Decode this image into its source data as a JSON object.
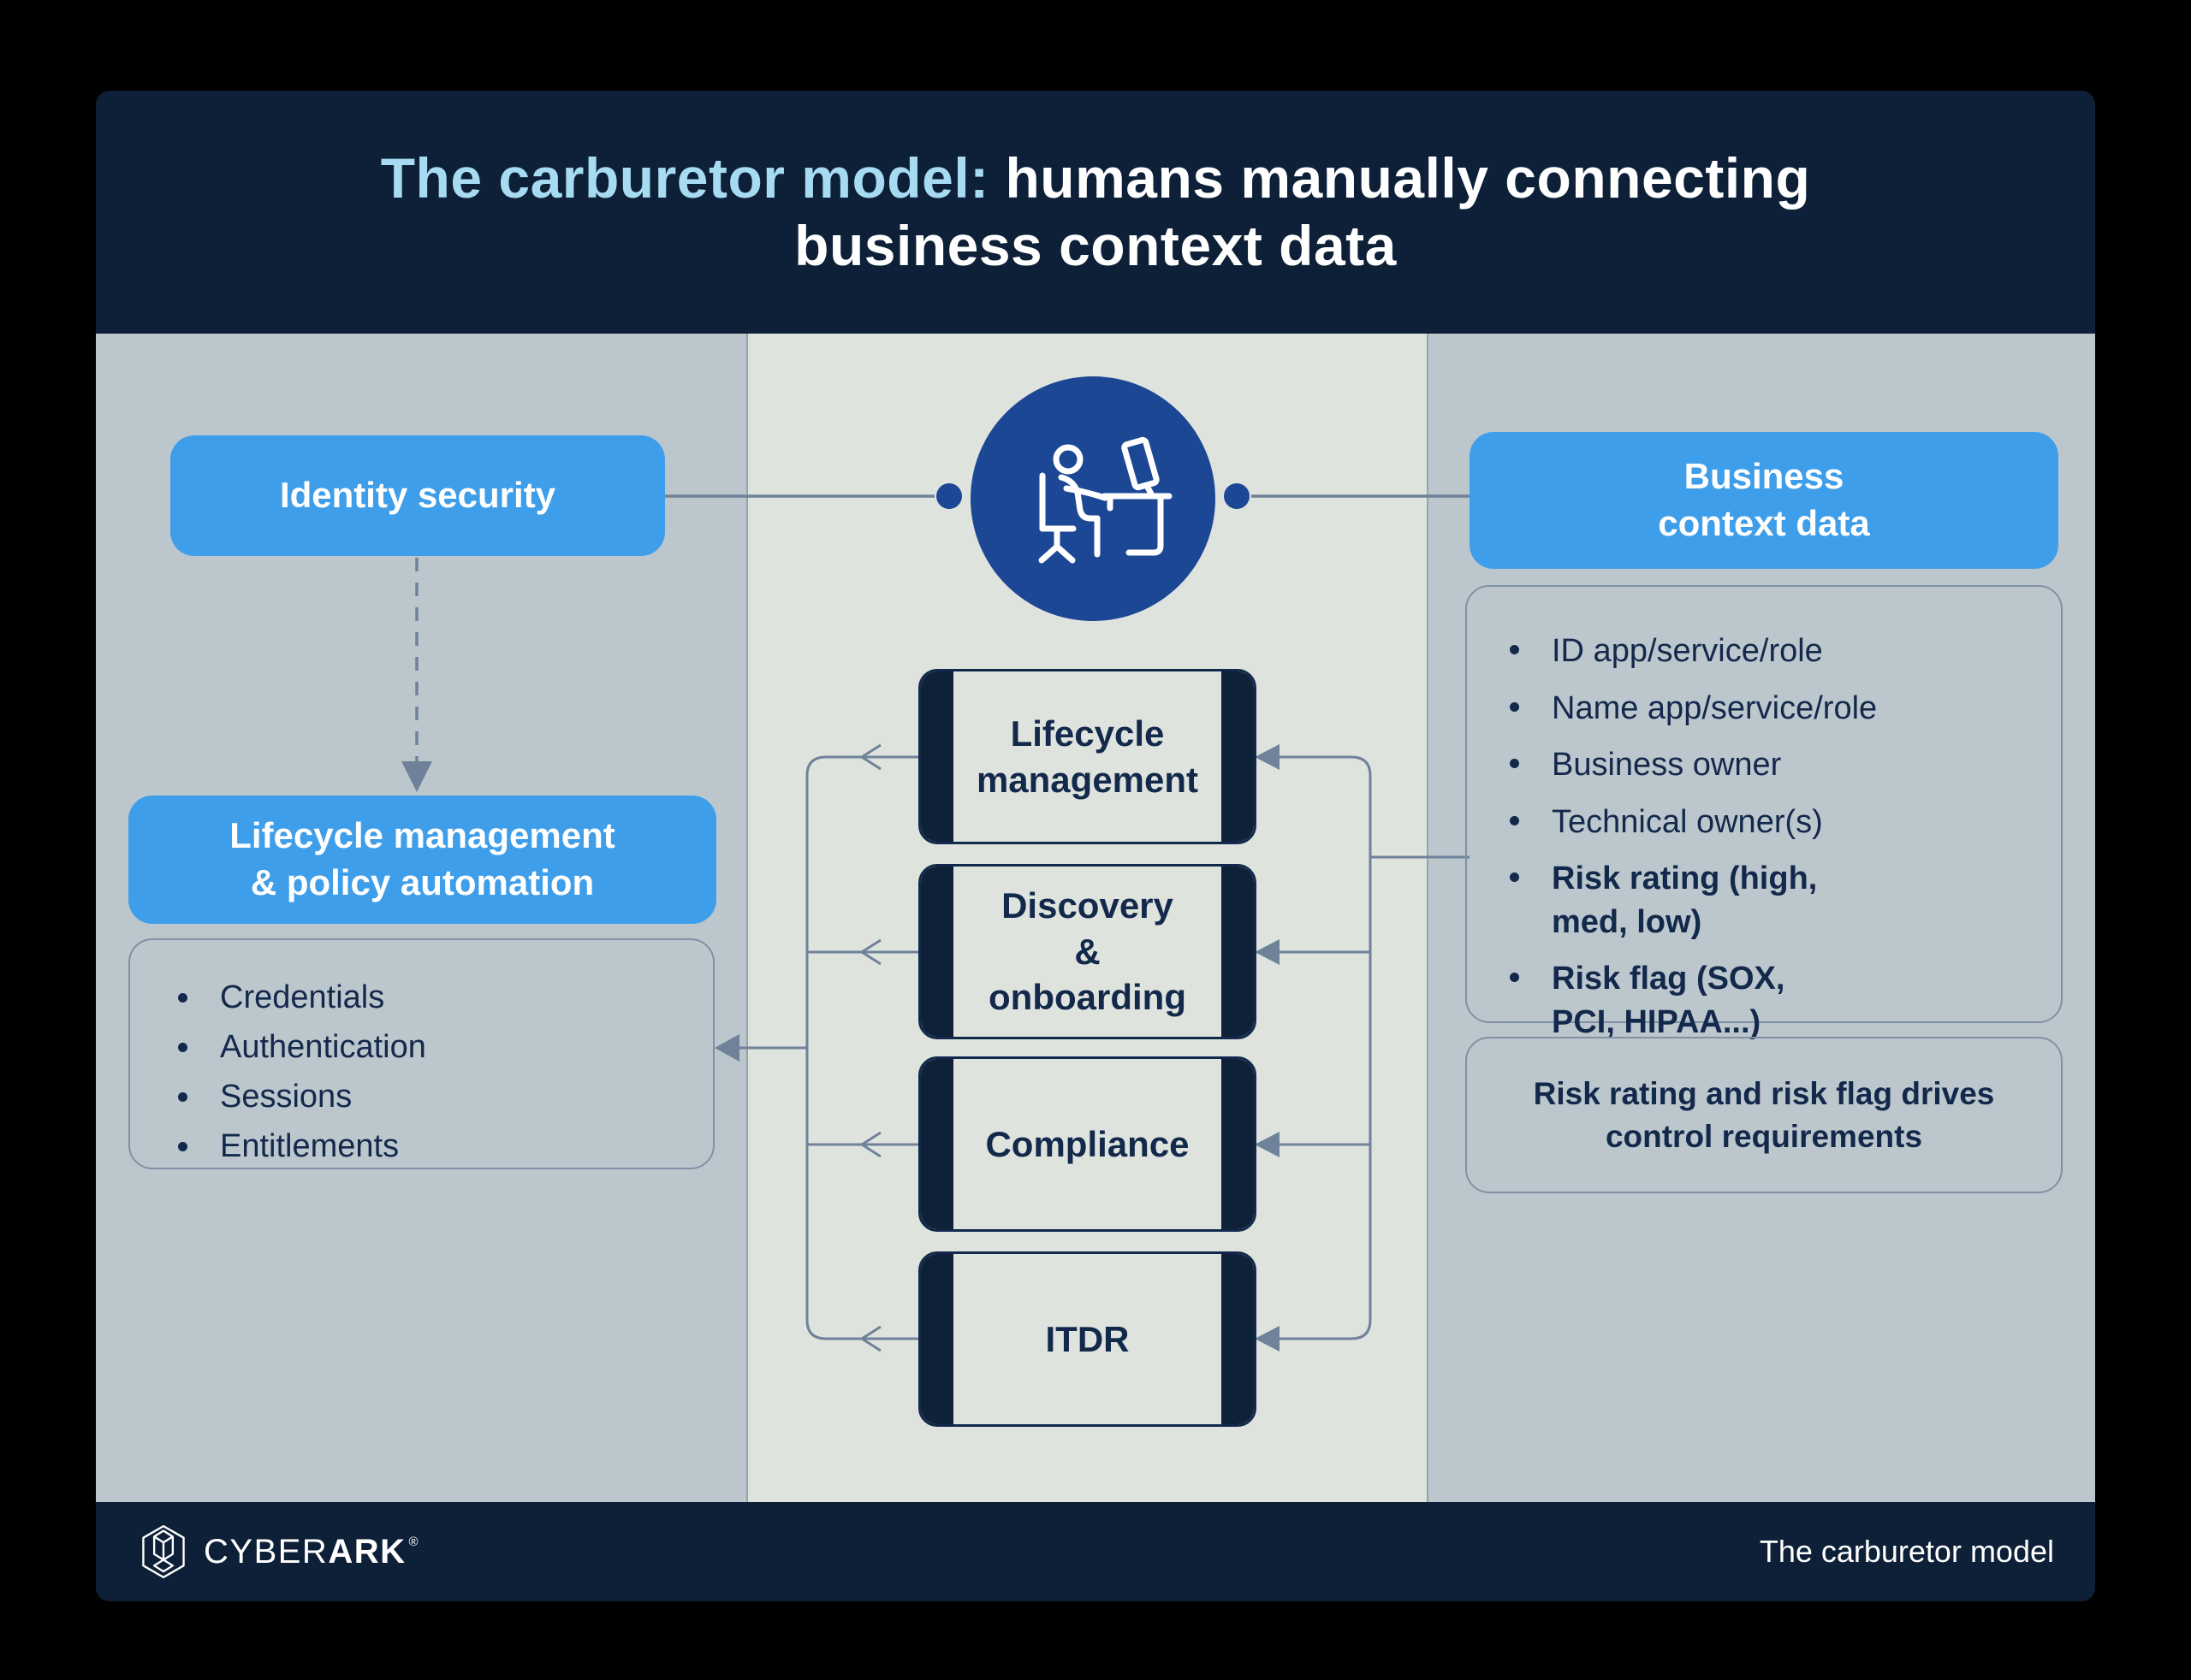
{
  "colors": {
    "background": "#000000",
    "panel_navy": "#0d2037",
    "side_column_gray": "#bcc6cd",
    "middle_column_gray": "#dfe3de",
    "accent_blue_button": "#3f9ee9",
    "dark_navy_text": "#13294b",
    "process_bar_navy": "#0e2139",
    "human_circle_navy": "#1c4795",
    "connector_gray": "#6f8299",
    "title_highlight_blue": "#a6dbf2"
  },
  "header": {
    "title_line1_highlight": "The carburetor model:",
    "title_line1_rest": " humans manually connecting",
    "title_line2": "business context data"
  },
  "left_column": {
    "identity_button": {
      "label": "Identity security"
    },
    "lifecycle_button": {
      "label": "Lifecycle management\n& policy automation"
    },
    "capability_list": {
      "items": [
        "Credentials",
        "Authentication",
        "Sessions",
        "Entitlements"
      ]
    }
  },
  "middle_column": {
    "human_icon": "person-at-desk-icon",
    "boxes": [
      {
        "label": "Lifecycle\nmanagement"
      },
      {
        "label": "Discovery\n&\nonboarding"
      },
      {
        "label": "Compliance"
      },
      {
        "label": "ITDR"
      }
    ]
  },
  "right_column": {
    "business_button": {
      "label": "Business\ncontext data"
    },
    "context_list": {
      "items": [
        {
          "text": "ID app/service/role",
          "bold": false
        },
        {
          "text": "Name app/service/role",
          "bold": false
        },
        {
          "text": "Business owner",
          "bold": false
        },
        {
          "text": "Technical owner(s)",
          "bold": false
        },
        {
          "text": "Risk rating (high,\nmed, low)",
          "bold": true
        },
        {
          "text": "Risk flag (SOX,\nPCI, HIPAA...)",
          "bold": true
        }
      ]
    },
    "note_box": {
      "text": "Risk rating and risk flag drives\ncontrol requirements"
    }
  },
  "footer": {
    "brand_prefix": "CYBER",
    "brand_suffix": "ARK",
    "registered_mark": "®",
    "caption": "The carburetor model"
  }
}
